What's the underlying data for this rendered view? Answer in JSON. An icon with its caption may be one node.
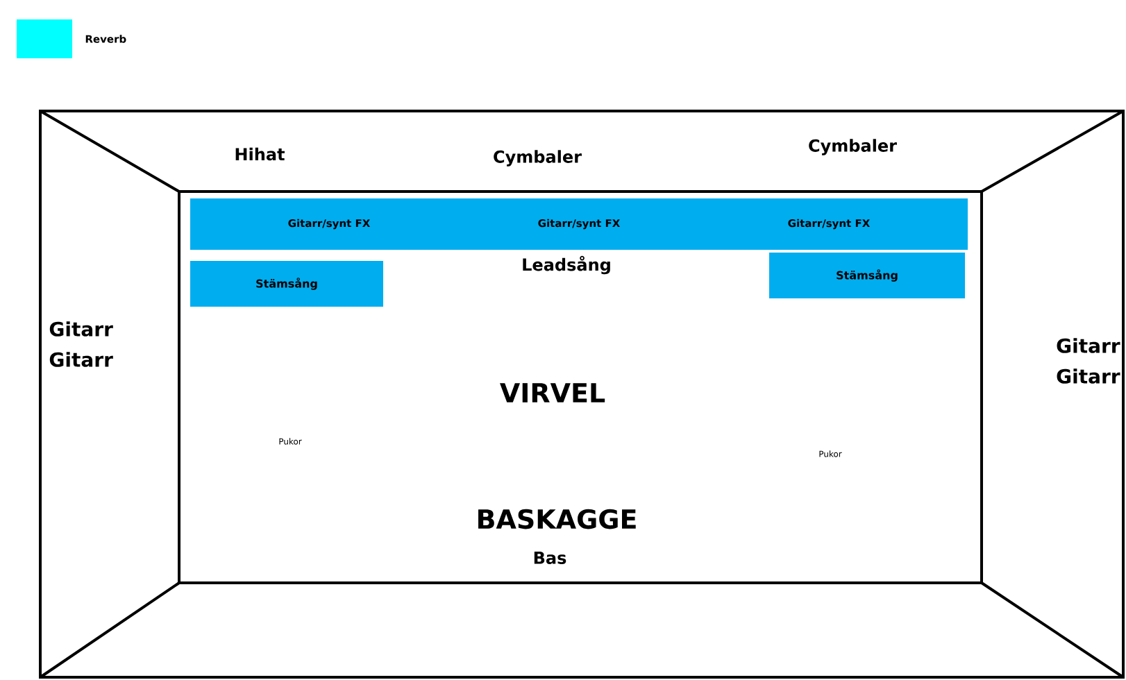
{
  "diagram": {
    "nodes": [
      {
        "text": [
          "Gitarr/synt FX",
          "Gitarr/synt FX",
          "Gitarr/synt FX"
        ]
      },
      {
        "text": [
          "Stämsång"
        ]
      },
      {
        "text": [
          "Stämsång"
        ]
      }
    ],
    "edges": [],
    "labels": [
      "Hihat",
      "Cymbaler",
      "Cymbaler",
      "Leadsång",
      "Gitarr",
      "Gitarr",
      "Gitarr",
      "Gitarr",
      "VIRVEL",
      "Pukor",
      "Pukor",
      "BASKAGGE",
      "Bas"
    ],
    "legend": [
      {
        "text": "Reverb",
        "color": "#00ffff"
      }
    ]
  }
}
